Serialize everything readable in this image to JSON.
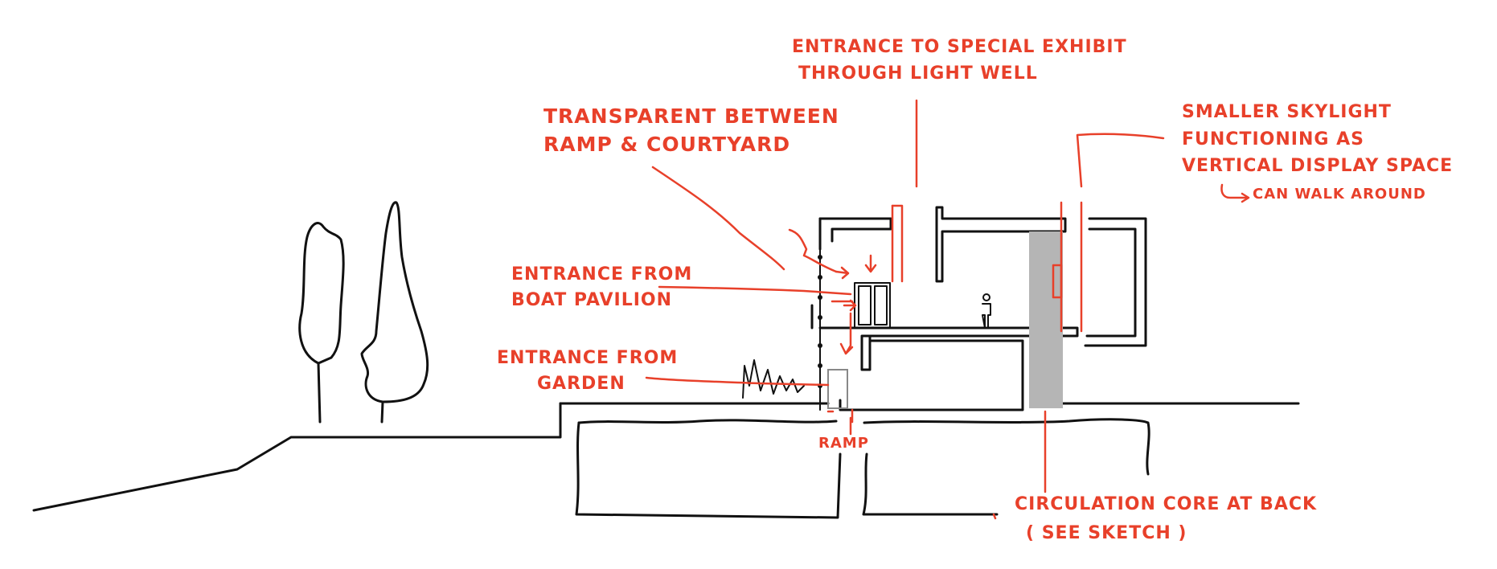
{
  "annotations": {
    "special_exhibit_1": "ENTRANCE TO SPECIAL EXHIBIT",
    "special_exhibit_2": "THROUGH LIGHT WELL",
    "transparent_1": "TRANSPARENT BETWEEN",
    "transparent_2": "RAMP & COURTYARD",
    "skylight_1": "SMALLER SKYLIGHT",
    "skylight_2": "FUNCTIONING AS",
    "skylight_3": "VERTICAL DISPLAY SPACE",
    "skylight_4": "CAN WALK AROUND",
    "boat_1": "ENTRANCE FROM",
    "boat_2": "BOAT PAVILION",
    "garden_1": "ENTRANCE FROM",
    "garden_2": "GARDEN",
    "ramp": "RAMP",
    "circulation_1": "CIRCULATION CORE AT BACK",
    "circulation_2": "( SEE SKETCH )"
  },
  "colors": {
    "ink": "#111111",
    "annotation": "#e8402a",
    "core": "#b5b5b5"
  }
}
